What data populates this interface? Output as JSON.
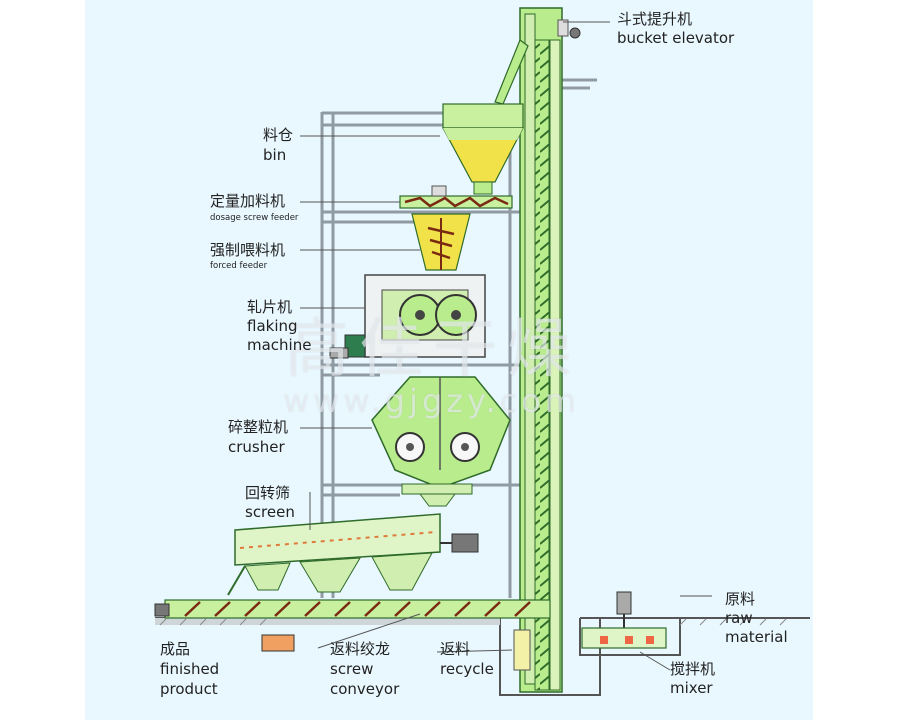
{
  "labels": {
    "bucket_elevator": {
      "cn": "斗式提升机",
      "en": "bucket elevator"
    },
    "bin": {
      "cn": "料仓",
      "en": "bin"
    },
    "dosage_screw_feeder": {
      "cn": "定量加料机",
      "en": "dosage screw feeder"
    },
    "forced_feeder": {
      "cn": "强制喂料机",
      "en": "forced feeder"
    },
    "flaking_machine": {
      "cn": "轧片机",
      "en1": "flaking",
      "en2": "machine"
    },
    "crusher": {
      "cn": "碎整粒机",
      "en": "crusher"
    },
    "screen": {
      "cn": "回转筛",
      "en": "screen"
    },
    "raw_material": {
      "cn": "原料",
      "en1": "raw",
      "en2": "material"
    },
    "mixer": {
      "cn": "搅拌机",
      "en": "mixer"
    },
    "finished_product": {
      "cn": "成品",
      "en1": "finished",
      "en2": "product"
    },
    "screw_conveyor": {
      "cn": "返料绞龙",
      "en1": "screw",
      "en2": "conveyor"
    },
    "recycle": {
      "cn": "返料",
      "en": "recycle"
    }
  },
  "watermark": {
    "cn": "高佳干燥",
    "url": "www.gjgzy.com"
  },
  "colors": {
    "background": "#e9f8ff",
    "green": "#b9ec8c",
    "dark_green": "#2f6b2a",
    "yellow": "#f2e24a",
    "frame": "#8f9aa2"
  }
}
